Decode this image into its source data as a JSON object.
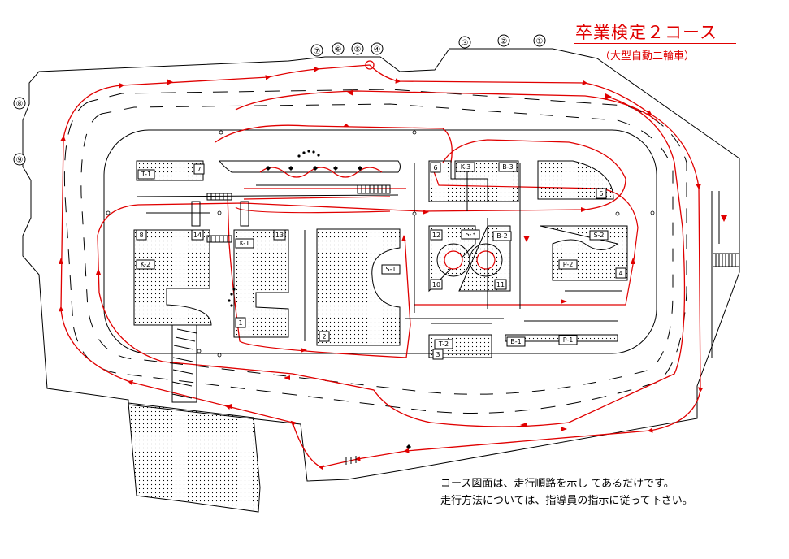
{
  "title": "卒業検定２コース",
  "subtitle": "（大型自動二輪車）",
  "notes": [
    "コース図面は、走行順路を示し てあるだけです。",
    "走行方法については、指導員の指示に従って下さい。"
  ],
  "route_markers": [
    "①",
    "②",
    "③",
    "④",
    "⑤",
    "⑥",
    "⑦",
    "⑧",
    "⑨"
  ],
  "block_labels": [
    "7",
    "6",
    "5",
    "4",
    "8",
    "14",
    "13",
    "12",
    "1",
    "2",
    "3",
    "10",
    "11"
  ],
  "task_labels": [
    "T-1",
    "K-3",
    "B-3",
    "K-2",
    "K-1",
    "S-3",
    "B-2",
    "S-2",
    "P-2",
    "S-1",
    "T-2",
    "B-1",
    "P-1"
  ],
  "colors": {
    "route": "#e00000",
    "line": "#000000",
    "background": "#ffffff"
  }
}
